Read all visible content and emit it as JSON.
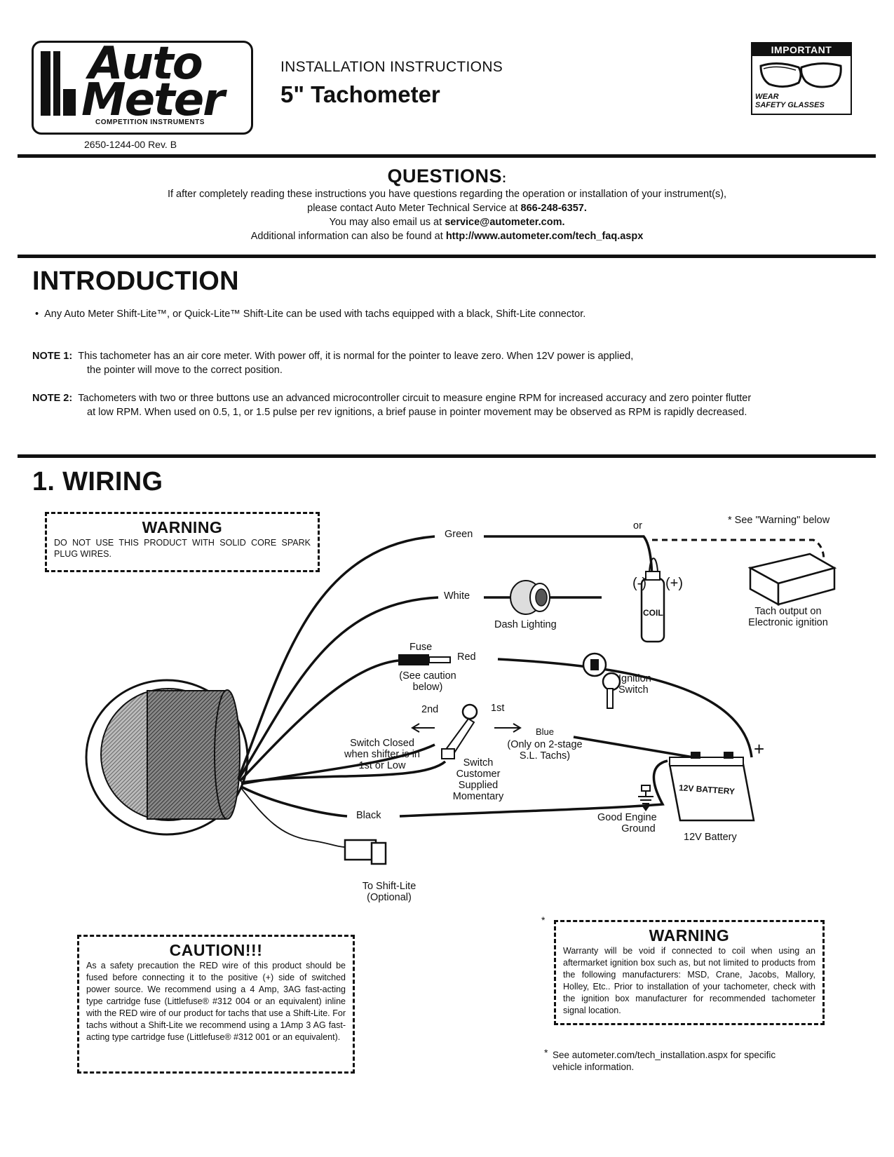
{
  "header": {
    "logo_line1": "Auto",
    "logo_line2": "Meter",
    "logo_sub": "COMPETITION INSTRUMENTS",
    "doc_number": "2650-1244-00 Rev. B",
    "heading": "INSTALLATION INSTRUCTIONS",
    "title": "5\"  Tachometer",
    "important_badge": {
      "top": "IMPORTANT",
      "line1": "WEAR",
      "line2": "SAFETY GLASSES"
    }
  },
  "questions": {
    "title": "QUESTIONS",
    "colon": ":",
    "line1": "If after completely reading these instructions you have questions regarding the operation or installation of your instrument(s),",
    "line2_pre": "please contact Auto Meter Technical Service at ",
    "phone": "866-248-6357.",
    "line3_pre": "You may also email us at ",
    "email": "service@autometer.com.",
    "line4_pre": "Additional information can also be found at ",
    "url": "http://www.autometer.com/tech_faq.aspx"
  },
  "introduction": {
    "title": "INTRODUCTION",
    "bullet": "Any Auto Meter Shift-Lite™, or Quick-Lite™ Shift-Lite can be used with tachs equipped with a black, Shift-Lite connector.",
    "note1_label": "NOTE 1:",
    "note1_line1": "This tachometer has an air core meter. With power off, it is normal for the pointer to leave zero. When 12V power is applied,",
    "note1_line2": "the pointer will move to the correct position.",
    "note2_label": "NOTE 2:",
    "note2_line1": "Tachometers with two or three buttons use an advanced microcontroller circuit to measure engine RPM for increased accuracy and zero pointer flutter",
    "note2_line2": "at low RPM. When used on 0.5, 1, or 1.5 pulse per rev ignitions, a brief pause in pointer movement may be observed as RPM is rapidly decreased."
  },
  "wiring": {
    "title": "1. WIRING",
    "warning_box": {
      "title": "WARNING",
      "text": "DO NOT USE THIS PRODUCT WITH SOLID CORE SPARK PLUG WIRES."
    },
    "labels": {
      "green": "Green",
      "or": "or",
      "see_warning": "* See \"Warning\" below",
      "white": "White",
      "dash_lighting": "Dash Lighting",
      "coil_minus": "(-)",
      "coil_plus": "(+)",
      "coil": "COIL",
      "tach_output_1": "Tach output on",
      "tach_output_2": "Electronic ignition",
      "fuse": "Fuse",
      "red": "Red",
      "see_caution_1": "(See caution",
      "see_caution_2": "below)",
      "ignition_1": "Ignition",
      "ignition_2": "Switch",
      "second": "2nd",
      "first": "1st",
      "blue": "Blue",
      "blue_note_1": "(Only on 2-stage",
      "blue_note_2": "S.L. Tachs)",
      "switch_closed_1": "Switch Closed",
      "switch_closed_2": "when shifter is in",
      "switch_closed_3": "1st or Low",
      "switch_1": "Switch",
      "switch_2": "Customer",
      "switch_3": "Supplied",
      "switch_4": "Momentary",
      "plus": "+",
      "battery_label": "12V BATTERY",
      "black": "Black",
      "ground_1": "Good Engine",
      "ground_2": "Ground",
      "battery": "12V Battery",
      "shiftlite_1": "To Shift-Lite",
      "shiftlite_2": "(Optional)"
    }
  },
  "caution": {
    "title": "CAUTION!!!",
    "text": "As a safety precaution the RED wire of this product should be fused before connecting it to the positive (+) side of switched power source. We recommend using a 4 Amp, 3AG fast-acting type cartridge fuse (Littlefuse® #312 004 or an equivalent) inline with the RED wire of our product for tachs that use a Shift-Lite. For tachs without a Shift-Lite we recommend using a 1Amp 3 AG fast-acting type cartridge fuse (Littlefuse® #312 001 or an equivalent)."
  },
  "warning2": {
    "asterisk": "*",
    "title": "WARNING",
    "text": "Warranty will be void if connected to coil when using an aftermarket ignition box such as, but not limited to products from the following manufacturers: MSD, Crane, Jacobs, Mallory, Holley, Etc.. Prior to installation of your tachometer, check with the ignition box manufacturer for recommended tachometer signal location."
  },
  "footnote": {
    "asterisk": "*",
    "text": "See autometer.com/tech_installation.aspx for specific vehicle information."
  }
}
